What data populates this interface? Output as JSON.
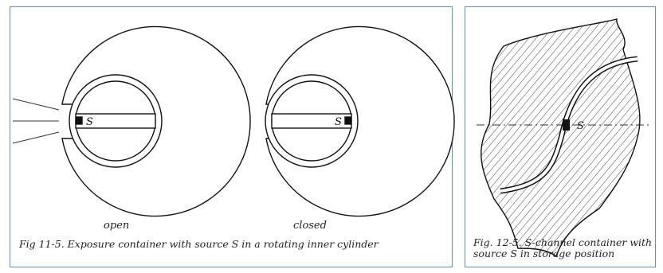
{
  "left_figure": {
    "open_label": "open",
    "closed_label": "closed",
    "source_label_open": "S",
    "source_label_closed": "S",
    "caption": "Fig 11-5.  Exposure container with source S in a rotating inner cylinder"
  },
  "right_figure": {
    "source_label": "S",
    "caption": "Fig. 12-5. S-channel container with source S in storage position"
  },
  "colors": {
    "panel_border": "#5b8fc7",
    "line": "#111111"
  }
}
